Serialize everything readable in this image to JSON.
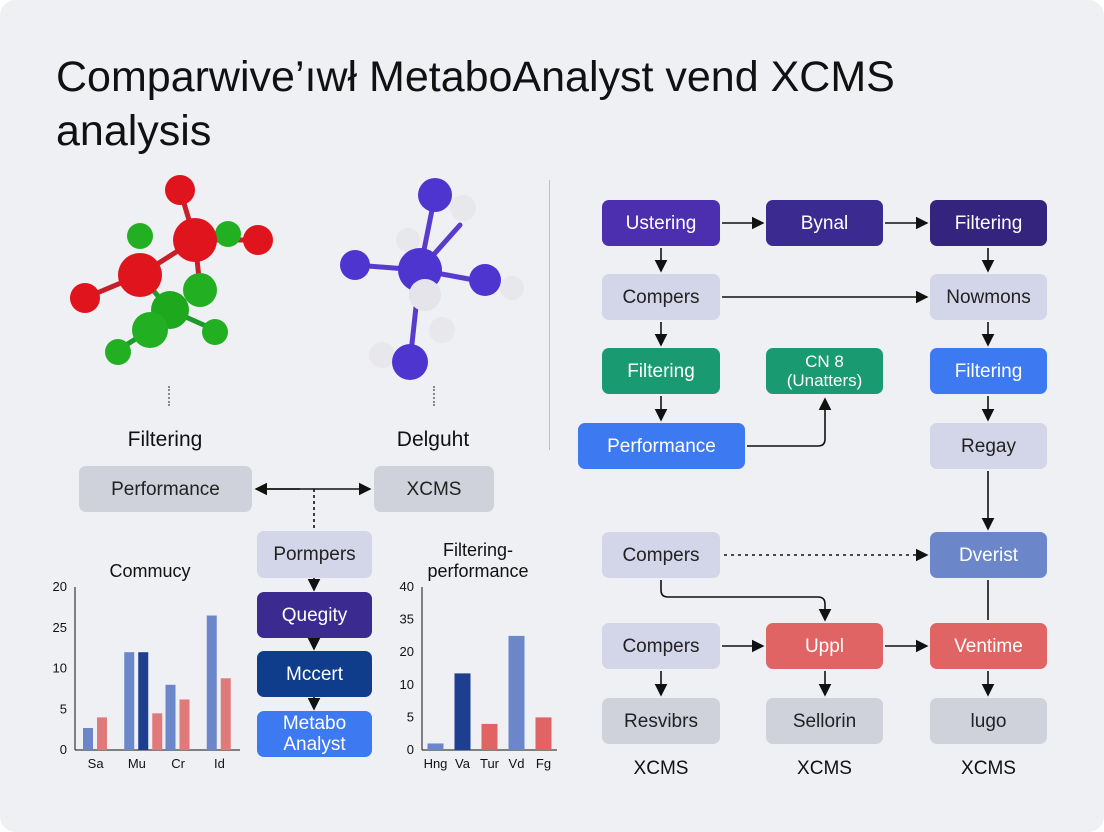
{
  "title": "Comparwive’ıwł MetaboAnalyst vend XCMS analysis",
  "left_panel": {
    "molecule_left_label": "Filtering",
    "molecule_right_label": "Delguht",
    "performance_box": "Performance",
    "xcms_box": "XCMS",
    "stack": [
      "Pormpers",
      "Quegity",
      "Mccert",
      "Metabo Analyst"
    ]
  },
  "right_panel": {
    "row1": [
      "Ustering",
      "Bynal",
      "Filtering"
    ],
    "row2": [
      "Compers",
      "Nowmons"
    ],
    "row3": [
      "Filtering",
      "CN 8 (Unatters)",
      "Filtering"
    ],
    "row4": [
      "Performance",
      "Regay"
    ],
    "row5": [
      "Compers",
      "Dverist"
    ],
    "row6": [
      "Compers",
      "Uppl",
      "Ventime"
    ],
    "row7": [
      "Resvibrs",
      "Sellorin",
      "lugo"
    ],
    "footer": [
      "XCMS",
      "XCMS",
      "XCMS"
    ]
  },
  "colors": {
    "purple": "#4b2fae",
    "navy": "#0f3d8c",
    "blue": "#3d79f0",
    "green": "#1a9a70",
    "red": "#e06464",
    "steel": "#6b86c9",
    "gray": "#cfd2da"
  },
  "chart_data": [
    {
      "type": "bar",
      "title": "Commucy",
      "categories": [
        "Sa",
        "Mu",
        "Cr",
        "Id"
      ],
      "yticks": [
        "0",
        "5",
        "10",
        "25",
        "20"
      ],
      "ylim": [
        0,
        20
      ],
      "series": [
        {
          "color": "#6b86c9",
          "values": [
            2.7,
            12,
            8,
            16.5
          ]
        },
        {
          "color": "#1e3f8f",
          "values": [
            0,
            12,
            0,
            0
          ]
        },
        {
          "color": "#e07a7a",
          "values": [
            4,
            4.5,
            6.2,
            8.8
          ]
        }
      ]
    },
    {
      "type": "bar",
      "title": "Filtering-performance",
      "categories": [
        "Hng",
        "Va",
        "Tur",
        "Vd",
        "Fg"
      ],
      "yticks": [
        "0",
        "5",
        "10",
        "20",
        "35",
        "40"
      ],
      "ylim": [
        0,
        50
      ],
      "values": [
        2,
        23.5,
        8,
        35,
        10
      ],
      "colors": [
        "#6b86c9",
        "#1e3f8f",
        "#e06464",
        "#6b86c9",
        "#e06464"
      ]
    }
  ]
}
